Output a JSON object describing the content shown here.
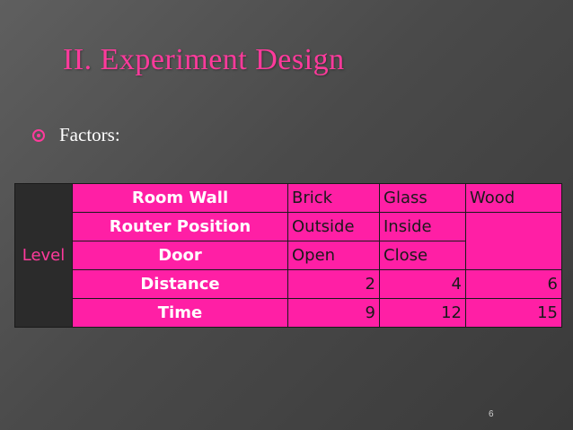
{
  "slide": {
    "title": "II. Experiment Design",
    "bullet": "Factors:",
    "page_number": "6"
  },
  "table": {
    "level_label": "Level",
    "rows": [
      {
        "factor": "Room Wall",
        "values": [
          "Brick",
          "Glass",
          "Wood"
        ]
      },
      {
        "factor": "Router Position",
        "values": [
          "Outside",
          "Inside"
        ]
      },
      {
        "factor": "Door",
        "values": [
          "Open",
          "Close"
        ]
      },
      {
        "factor": "Distance",
        "values": [
          "2",
          "4",
          "6"
        ]
      },
      {
        "factor": "Time",
        "values": [
          "9",
          "12",
          "15"
        ]
      }
    ]
  },
  "colors": {
    "accent": "#ff1fa5",
    "title": "#ff3a9c",
    "background": "#4a4a4a"
  }
}
